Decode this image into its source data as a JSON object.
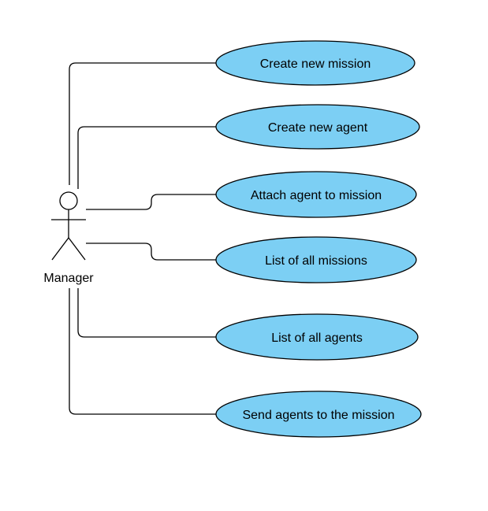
{
  "actor": {
    "label": "Manager"
  },
  "use_cases": [
    {
      "label": "Create new mission"
    },
    {
      "label": "Create new agent"
    },
    {
      "label": "Attach agent to mission"
    },
    {
      "label": "List of all missions"
    },
    {
      "label": "List of all agents"
    },
    {
      "label": "Send agents to the mission"
    }
  ],
  "colors": {
    "usecase_fill": "#7ccff4",
    "actor_head_fill": "#7ccff4",
    "line": "#000000",
    "text": "#000000"
  }
}
